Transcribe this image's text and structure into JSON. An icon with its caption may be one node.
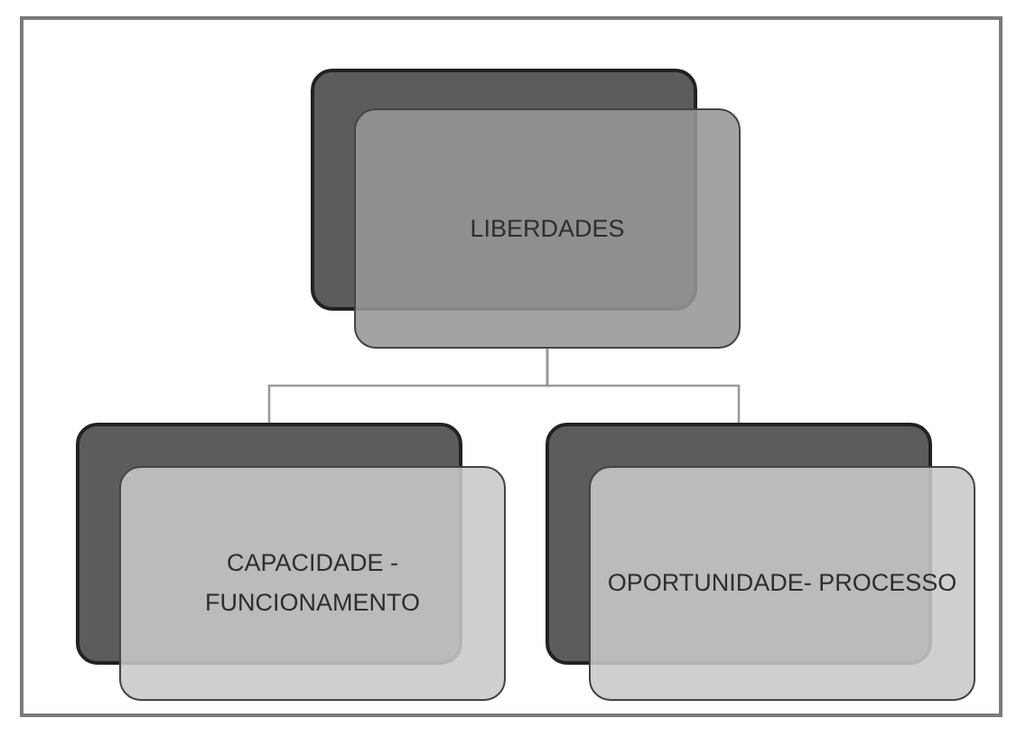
{
  "diagram": {
    "nodes": [
      {
        "text": [
          "LIBERDADES"
        ]
      },
      {
        "text": [
          "CAPACIDADE - FUNCIONAMENTO"
        ]
      },
      {
        "text": [
          "OPORTUNIDADE- PROCESSO"
        ]
      }
    ],
    "edges": [
      {
        "from": 0,
        "to": 1,
        "arrow": "none"
      },
      {
        "from": 0,
        "to": 2,
        "arrow": "none"
      }
    ]
  }
}
